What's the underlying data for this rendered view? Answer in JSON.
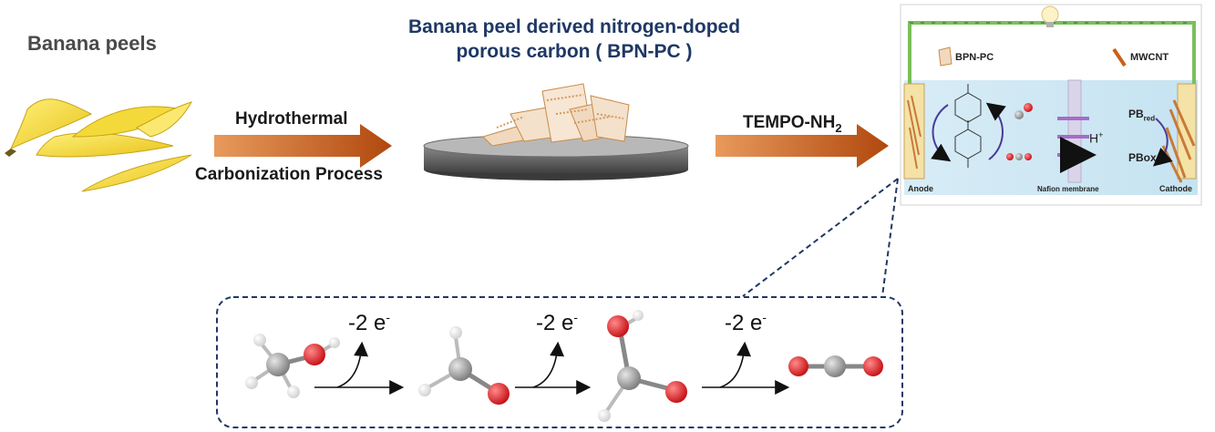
{
  "banana_label": "Banana peels",
  "bpn_title_line1": "Banana peel derived nitrogen-doped",
  "bpn_title_line2": "porous carbon ( BPN-PC )",
  "hydrothermal_label": "Hydrothermal",
  "carbonization_label": "Carbonization Process",
  "tempo_label": "TEMPO-NH",
  "tempo_sub": "2",
  "cell": {
    "legend_bpn": "BPN-PC",
    "legend_mwcnt": "MWCNT",
    "anode": "Anode",
    "cathode": "Cathode",
    "membrane": "Nafion membrane",
    "proton": "H",
    "proton_sup": "+",
    "pb_red": "PB",
    "pb_red_sub": "red",
    "pb_ox": "PBox"
  },
  "reaction": {
    "step_label": "-2 e",
    "step_sup": "-"
  },
  "colors": {
    "arrow_orange": "#c8601a",
    "title_blue": "#1f3864",
    "oxygen_red": "#e0191f",
    "carbon_grey": "#9a9a9a",
    "dashed_navy": "#1f3864"
  }
}
